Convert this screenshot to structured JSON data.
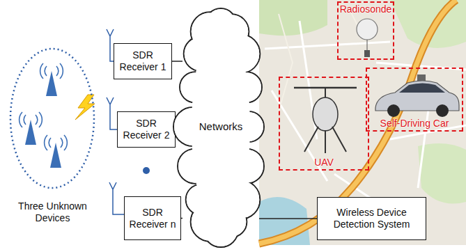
{
  "diagram": {
    "nodes": [
      {
        "text": [
          "Three Unknown Devices"
        ]
      },
      {
        "text": [
          "SDR Receiver 1"
        ]
      },
      {
        "text": [
          "SDR Receiver 2"
        ]
      },
      {
        "text": [
          "SDR Receiver n"
        ]
      },
      {
        "text": [
          "Networks"
        ]
      },
      {
        "text": [
          "Radiosonde"
        ]
      },
      {
        "text": [
          "Self-Driving Car"
        ]
      },
      {
        "text": [
          "UAV"
        ]
      },
      {
        "text": [
          "Wireless Device Detection System"
        ]
      }
    ],
    "edges": [
      {
        "from": 1,
        "to": 4,
        "arrow": "none"
      },
      {
        "from": 2,
        "to": 4,
        "arrow": "none"
      },
      {
        "from": 3,
        "to": 4,
        "arrow": "none"
      },
      {
        "from": 4,
        "to": 8,
        "arrow": "none"
      }
    ]
  }
}
